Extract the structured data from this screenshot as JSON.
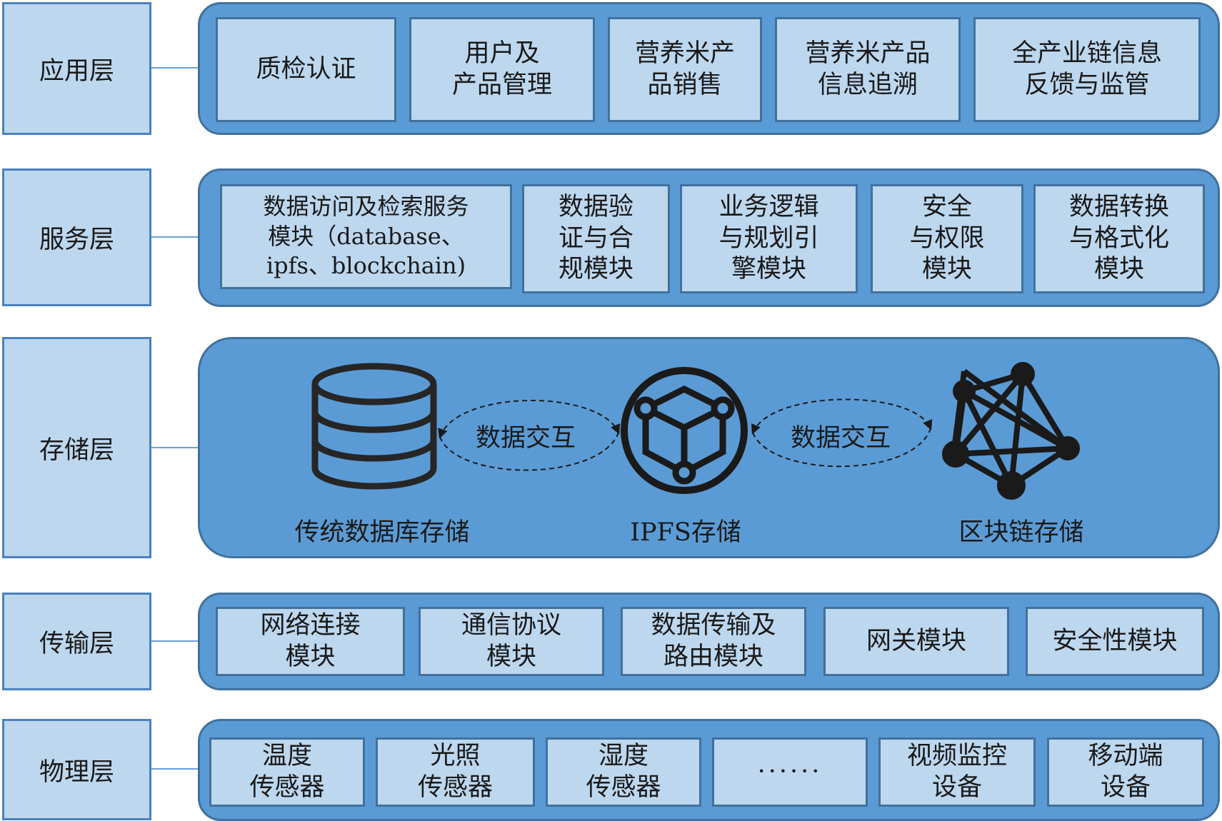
{
  "layers": [
    {
      "label": "应用层",
      "modules": [
        "质检认证",
        "用户及\n产品管理",
        "营养米产\n品销售",
        "营养米产品\n信息追溯",
        "全产业链信息\n反馈与监管"
      ]
    },
    {
      "label": "服务层",
      "modules": [
        "数据访问及检索服务\n模块（database、\nipfs、blockchain)",
        "数据验\n证与合\n规模块",
        "业务逻辑\n与规划引\n擎模块",
        "安全\n与权限\n模块",
        "数据转换\n与格式化\n模块"
      ]
    },
    {
      "label": "存储层",
      "storage": {
        "traditional_db_label": "传统数据库存储",
        "ipfs_label": "IPFS存储",
        "blockchain_label": "区块链存储",
        "exchange_left_label": "数据交互",
        "exchange_right_label": "数据交互",
        "icons": [
          "database-icon",
          "ipfs-cube-icon",
          "blockchain-network-icon"
        ]
      }
    },
    {
      "label": "传输层",
      "modules": [
        "网络连接\n模块",
        "通信协议\n模块",
        "数据传输及\n路由模块",
        "网关模块",
        "安全性模块"
      ]
    },
    {
      "label": "物理层",
      "modules": [
        "温度\n传感器",
        "光照\n传感器",
        "湿度\n传感器",
        "······",
        "视频监控\n设备",
        "移动端\n设备"
      ]
    }
  ],
  "colors": {
    "label_fill": "#bdd7ee",
    "panel_fill": "#5b9bd5",
    "border": "#41719c",
    "icon": "#262626"
  }
}
